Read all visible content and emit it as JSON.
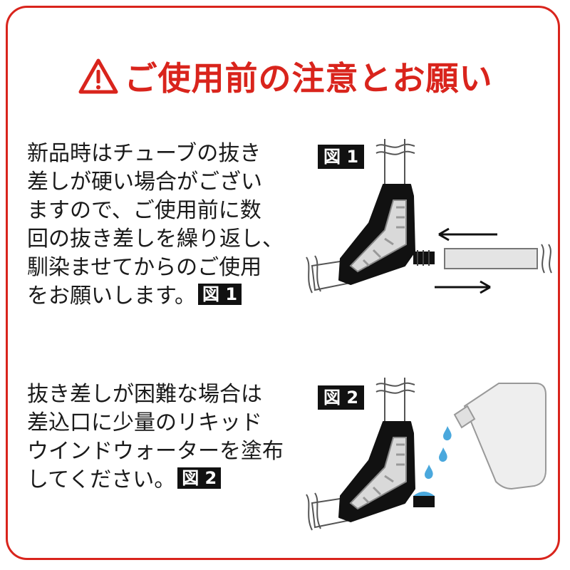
{
  "title": {
    "text": "ご使用前の注意とお願い",
    "icon": "warning-triangle-icon",
    "color": "#d9241c"
  },
  "section1": {
    "lines": [
      "新品時はチューブの抜き",
      "差しが硬い場合がござい",
      "ますので、ご使用前に数",
      "回の抜き差しを繰り返し、",
      "馴染ませてからのご使用",
      "をお願いします。"
    ],
    "figure_ref": "図 1",
    "figure_label": "図 1"
  },
  "section2": {
    "lines": [
      "抜き差しが困難な場合は",
      "差込口に少量のリキッド",
      "ウインドウォーターを塗布",
      "してください。"
    ],
    "figure_ref": "図 2",
    "figure_label": "図 2"
  },
  "colors": {
    "accent": "#d9241c",
    "label_bg": "#111111",
    "water": "#4aa8dd"
  }
}
